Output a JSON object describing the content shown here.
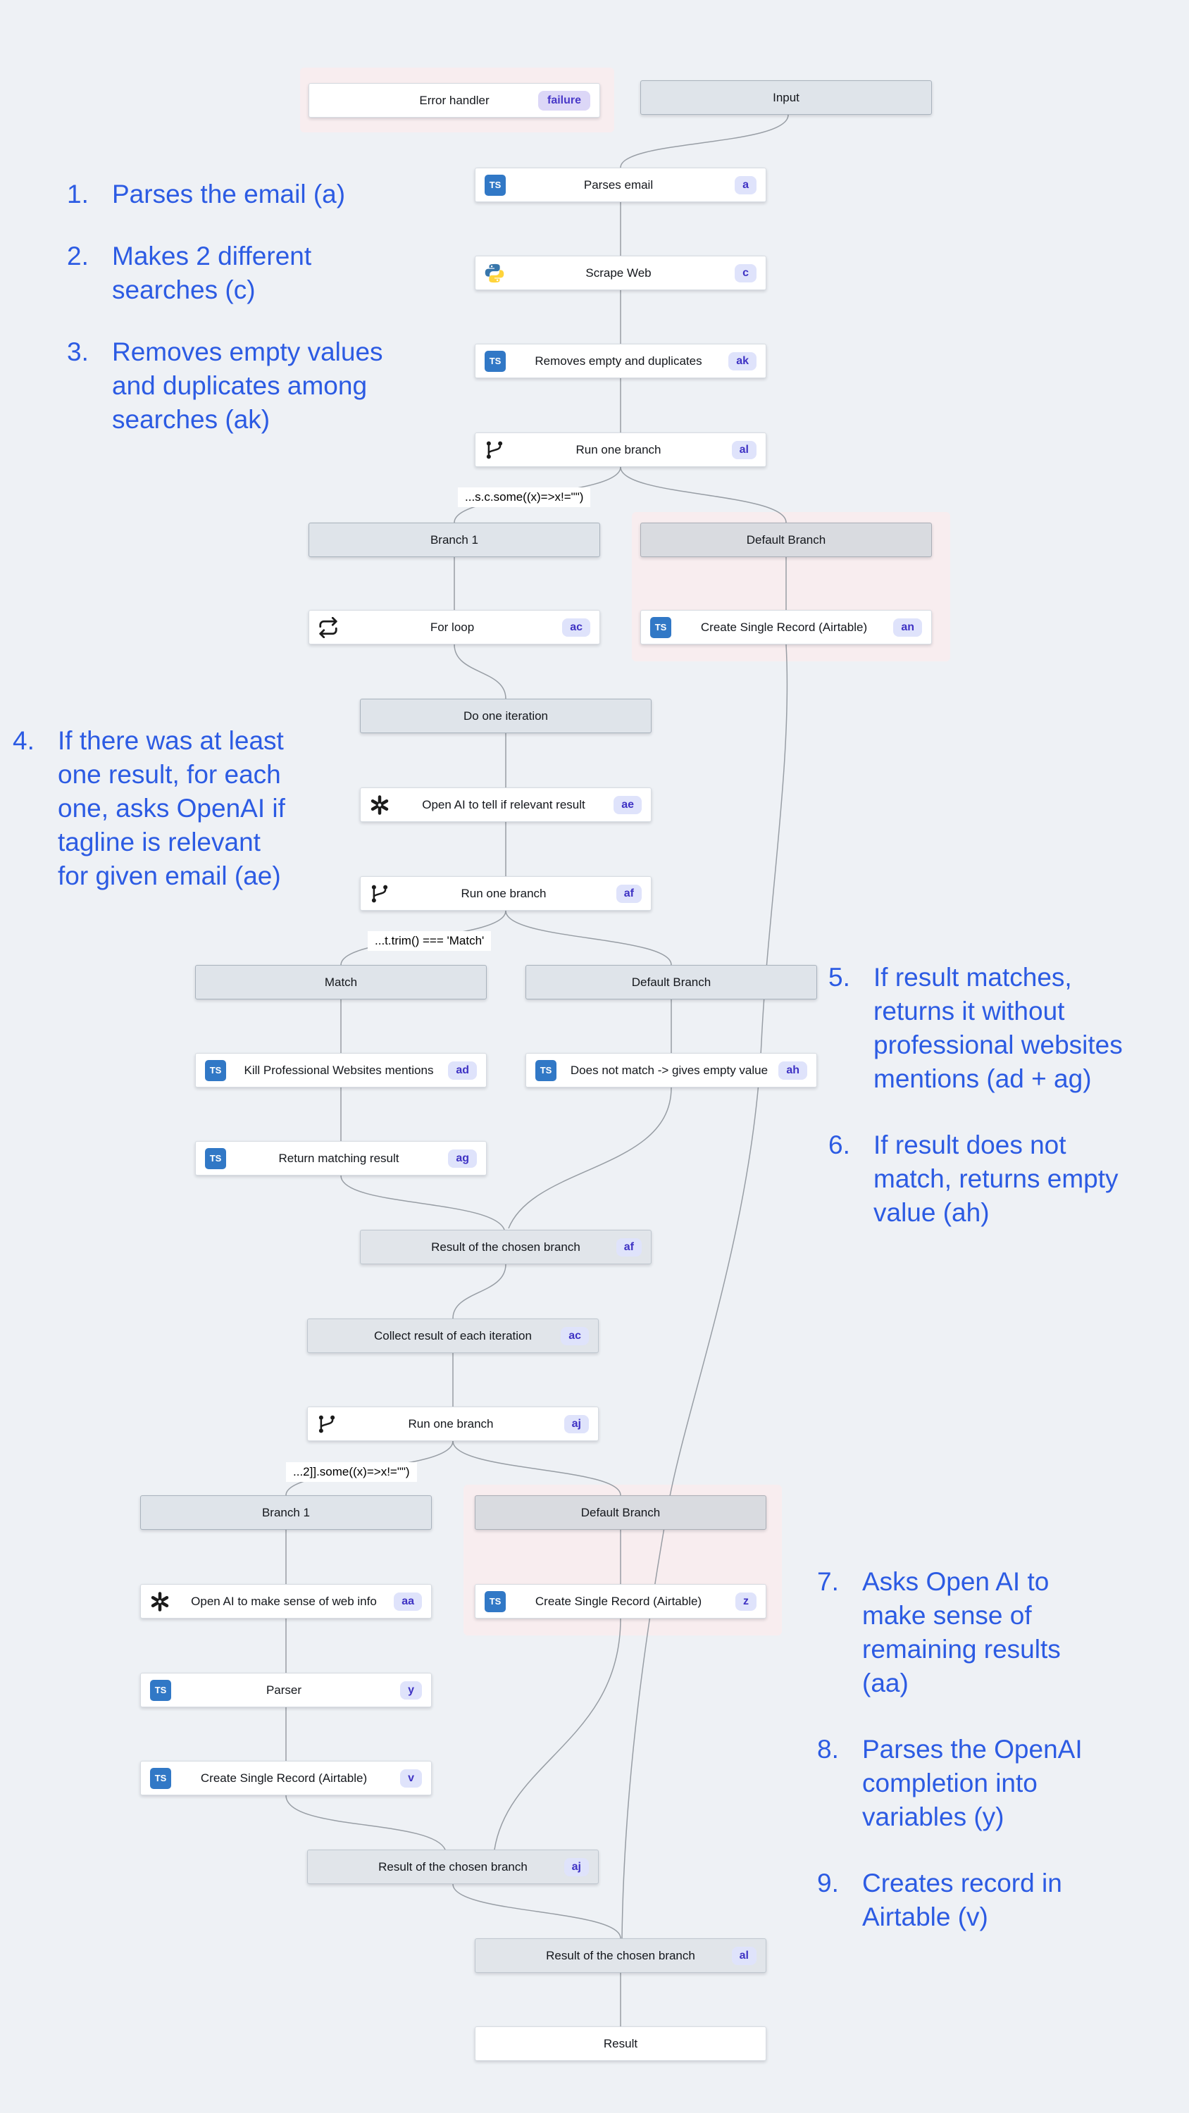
{
  "colors": {
    "background": "#eef1f5",
    "highlight_pink": "#f8edef",
    "header_node": "#dfe4ea",
    "result_node": "#e1e5ea",
    "badge_bg": "#dfe3fb",
    "badge_text": "#3f33c4",
    "annotation_blue": "#2c5be3",
    "wire_gray": "#8e959c",
    "typescript_blue": "#3178c6",
    "python_blue": "#3776ab",
    "python_yellow": "#ffd43b"
  },
  "icons": {
    "ts_label": "TS"
  },
  "error_handler": {
    "label": "Error handler",
    "badge": "failure"
  },
  "nodes": {
    "input": {
      "label": "Input"
    },
    "parses_email": {
      "label": "Parses email",
      "badge": "a",
      "icon": "typescript-icon"
    },
    "scrape_web": {
      "label": "Scrape Web",
      "badge": "c",
      "icon": "python-icon"
    },
    "removes_empty": {
      "label": "Removes empty and duplicates",
      "badge": "ak",
      "icon": "typescript-icon"
    },
    "run_one_branch_al": {
      "label": "Run one branch",
      "badge": "al",
      "icon": "branch-icon"
    },
    "branch1_top": {
      "label": "Branch 1"
    },
    "default_branch_1": {
      "label": "Default Branch"
    },
    "for_loop": {
      "label": "For loop",
      "badge": "ac",
      "icon": "loop-icon"
    },
    "create_record_an": {
      "label": "Create Single Record (Airtable)",
      "badge": "an",
      "icon": "typescript-icon"
    },
    "do_one_iteration": {
      "label": "Do one iteration"
    },
    "openai_relevant": {
      "label": "Open AI to tell if relevant result",
      "badge": "ae",
      "icon": "openai-icon"
    },
    "run_one_branch_af": {
      "label": "Run one branch",
      "badge": "af",
      "icon": "branch-icon"
    },
    "match": {
      "label": "Match"
    },
    "default_branch_2": {
      "label": "Default Branch"
    },
    "kill_mentions": {
      "label": "Kill Professional Websites mentions",
      "badge": "ad",
      "icon": "typescript-icon"
    },
    "no_match": {
      "label": "Does not match -> gives empty value",
      "badge": "ah",
      "icon": "typescript-icon"
    },
    "return_matching": {
      "label": "Return matching result",
      "badge": "ag",
      "icon": "typescript-icon"
    },
    "result_af": {
      "label": "Result of the chosen branch",
      "badge": "af"
    },
    "collect_results": {
      "label": "Collect result of each iteration",
      "badge": "ac"
    },
    "run_one_branch_aj": {
      "label": "Run one branch",
      "badge": "aj",
      "icon": "branch-icon"
    },
    "branch1_bottom": {
      "label": "Branch 1"
    },
    "default_branch_3": {
      "label": "Default Branch"
    },
    "openai_websense": {
      "label": "Open AI to make sense of web info",
      "badge": "aa",
      "icon": "openai-icon"
    },
    "create_record_z": {
      "label": "Create Single Record (Airtable)",
      "badge": "z",
      "icon": "typescript-icon"
    },
    "parser": {
      "label": "Parser",
      "badge": "y",
      "icon": "typescript-icon"
    },
    "create_record_v": {
      "label": "Create Single Record (Airtable)",
      "badge": "v",
      "icon": "typescript-icon"
    },
    "result_aj": {
      "label": "Result of the chosen branch",
      "badge": "aj"
    },
    "result_al": {
      "label": "Result of the chosen branch",
      "badge": "al"
    },
    "result_final": {
      "label": "Result"
    }
  },
  "conditions": {
    "c1": "...s.c.some((x)=>x!=\"\")",
    "c2": "...t.trim() === 'Match'",
    "c3": "...2]].some((x)=>x!=\"\")"
  },
  "annotations": [
    {
      "num": "1.",
      "text": "Parses the email (a)"
    },
    {
      "num": "2.",
      "text": "Makes 2 different\nsearches (c)"
    },
    {
      "num": "3.",
      "text": "Removes empty values\nand duplicates among\nsearches (ak)"
    },
    {
      "num": "4.",
      "text": "If there was at least\none result, for each\none, asks OpenAI if\ntagline is relevant\nfor given email (ae)"
    },
    {
      "num": "5.",
      "text": "If result matches,\nreturns it without\nprofessional websites\nmentions (ad + ag)"
    },
    {
      "num": "6.",
      "text": "If result does not\nmatch, returns empty\nvalue (ah)"
    },
    {
      "num": "7.",
      "text": "Asks Open AI to\nmake sense of\nremaining results\n(aa)"
    },
    {
      "num": "8.",
      "text": "Parses the OpenAI\ncompletion into\nvariables (y)"
    },
    {
      "num": "9.",
      "text": "Creates record in\nAirtable (v)"
    }
  ]
}
